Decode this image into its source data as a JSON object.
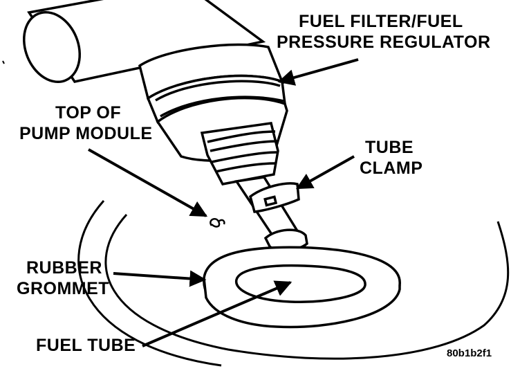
{
  "labels": {
    "fuel_filter_line1": "FUEL FILTER/FUEL",
    "fuel_filter_line2": "PRESSURE REGULATOR",
    "top_of_pump_line1": "TOP OF",
    "top_of_pump_line2": "PUMP MODULE",
    "tube_clamp_line1": "TUBE",
    "tube_clamp_line2": "CLAMP",
    "rubber_grommet_line1": "RUBBER",
    "rubber_grommet_line2": "GROMMET",
    "fuel_tube": "FUEL TUBE",
    "figure_code": "80b1b2f1"
  },
  "colors": {
    "ink": "#000000",
    "paper": "#ffffff"
  }
}
